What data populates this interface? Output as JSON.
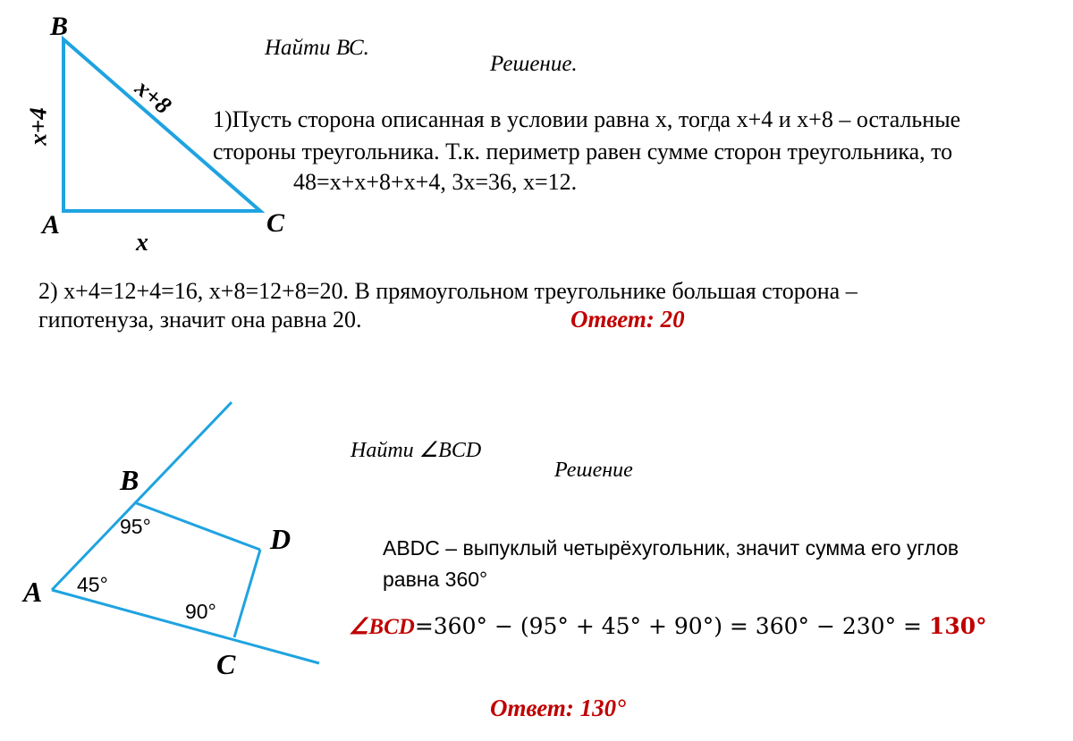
{
  "task1": {
    "vertex_b": "B",
    "vertex_a": "A",
    "vertex_c": "C",
    "side_ab": "x+4",
    "side_bc": "x+8",
    "side_ac": "x",
    "find": "Найти ВС.",
    "solution_heading": "Решение.",
    "step1_line1": "1)Пусть сторона описанная в условии равна x, тогда x+4 и x+8 – остальные",
    "step1_line2": "стороны треугольника. Т.к. периметр равен сумме сторон треугольника, то",
    "step1_line3": "48=x+x+8+x+4,   3x=36,  x=12.",
    "step2_line1": "2) x+4=12+4=16,   x+8=12+8=20. В прямоугольном треугольнике большая сторона –",
    "step2_line2": "гипотенуза, значит она равна 20.",
    "answer": "Ответ: 20"
  },
  "task2": {
    "vertex_b": "B",
    "vertex_d": "D",
    "vertex_a": "A",
    "vertex_c": "C",
    "angle_b": "95°",
    "angle_a": "45°",
    "angle_c": "90°",
    "find": "Найти ∠BCD",
    "solution_heading": "Решение",
    "text_line1": "ABDC – выпуклый четырёхугольник, значит сумма его углов",
    "text_line2": "равна 360°",
    "formula_label": "∠BCD",
    "formula_expr": "=360° − (95° + 45° + 90°) = 360° − 230° = ",
    "formula_result": "130°",
    "answer": "Ответ: 130°"
  },
  "colors": {
    "figure_line": "#1fa3e0",
    "answer": "#c00000"
  }
}
